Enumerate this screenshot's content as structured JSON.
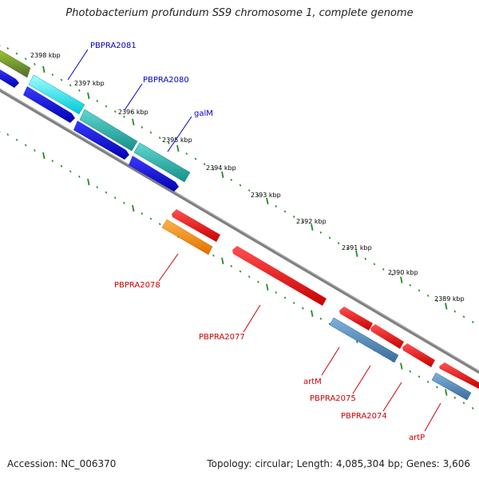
{
  "title": "Photobacterium profundum SS9 chromosome 1, complete genome",
  "footer": {
    "accession": "Accession: NC_006370",
    "topology": "Topology: circular; Length: 4,085,304 bp; Genes: 3,606"
  },
  "ruler": [
    "2398 kbp",
    "2397 kbp",
    "2396 kbp",
    "2395 kbp",
    "2394 kbp",
    "2393 kbp",
    "2392 kbp",
    "2391 kbp",
    "2390 kbp",
    "2389 kbp"
  ],
  "gene_labels": {
    "PBPRA2081": "PBPRA2081",
    "PBPRA2080": "PBPRA2080",
    "galM": "galM",
    "PBPRA2078": "PBPRA2078",
    "PBPRA2077": "PBPRA2077",
    "artM": "artM",
    "PBPRA2075": "PBPRA2075",
    "PBPRA2074": "PBPRA2074",
    "artP": "artP"
  },
  "colors": {
    "forward_label": "#0000cc",
    "reverse_label": "#cc0000",
    "backbone": "#808080",
    "tick": "#228b22",
    "olive": "#6b8e23",
    "cyan": "#00e5e5",
    "teal": "#20b2aa",
    "blue": "#0000e0",
    "red": "#ee0000",
    "orange": "#ff8c00",
    "steelblue": "#4682b4"
  }
}
